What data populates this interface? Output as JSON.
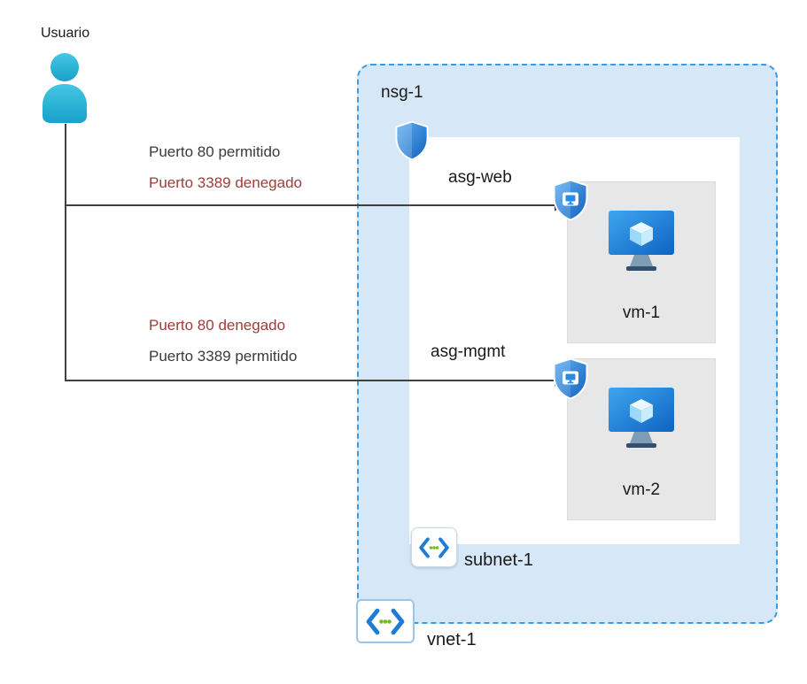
{
  "user": {
    "label": "Usuario"
  },
  "rules": {
    "web": {
      "port80": "Puerto 80 permitido",
      "port3389": "Puerto 3389 denegado"
    },
    "mgmt": {
      "port80": "Puerto 80 denegado",
      "port3389": "Puerto 3389 permitido"
    }
  },
  "network": {
    "vnet": "vnet-1",
    "subnet": "subnet-1",
    "nsg": "nsg-1",
    "asg_web": "asg-web",
    "asg_mgmt": "asg-mgmt",
    "vm1": "vm-1",
    "vm2": "vm-2"
  },
  "icons": {
    "user": "user-icon",
    "nsg": "shield-icon",
    "asg_web": "shield-icon",
    "asg_mgmt": "shield-icon",
    "vm": "virtual-machine-icon",
    "subnet": "subnet-icon",
    "vnet": "virtual-network-icon"
  },
  "colors": {
    "rule_allowed_text": "#3a3a3a",
    "rule_denied_text": "#9e3d38",
    "vnet_fill": "#d6e7f7",
    "vnet_border": "#3d9ae3",
    "subnet_fill": "#ffffff",
    "vm_box_fill": "#e7e7e7",
    "arrow": "#404040",
    "azure_blue": "#1f7cd4",
    "user_cyan": "#2ab8dc",
    "dot_green": "#76bc21"
  }
}
